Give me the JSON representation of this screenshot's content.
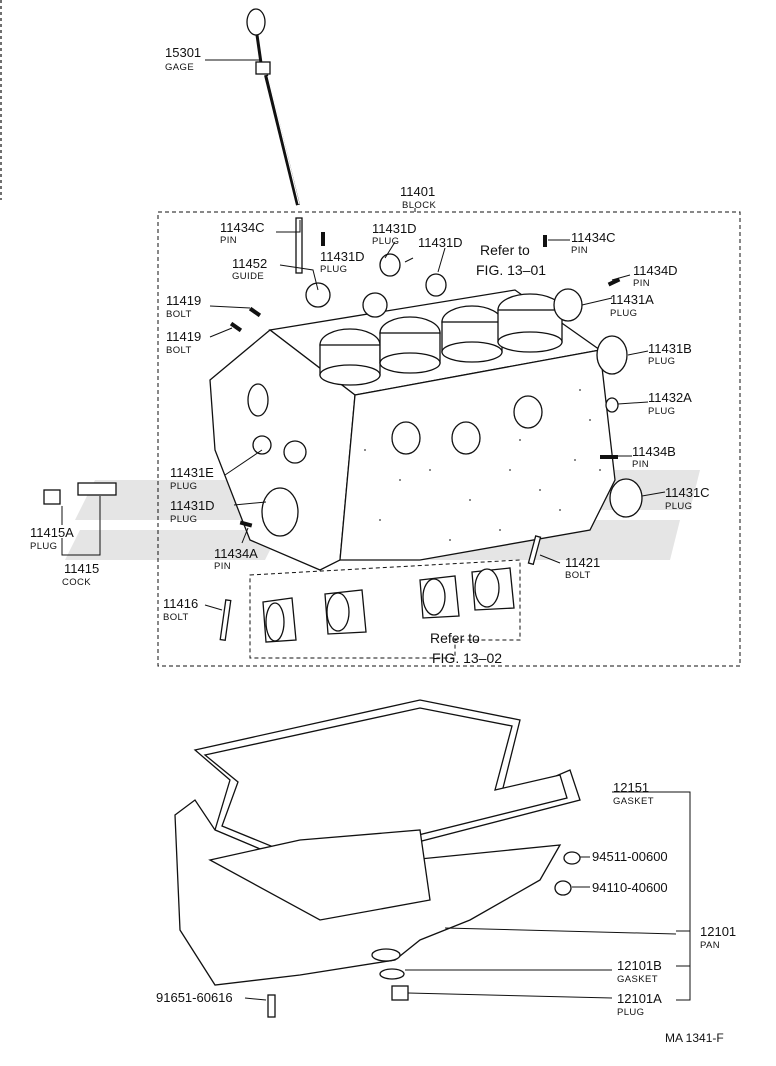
{
  "diagram": {
    "figure_code": "MA 1341-F",
    "parts": [
      {
        "id": "gage",
        "number": "15301",
        "name": "GAGE"
      },
      {
        "id": "block",
        "number": "11401",
        "name": "BLOCK"
      },
      {
        "id": "pin_c_left",
        "number": "11434C",
        "name": "PIN"
      },
      {
        "id": "plug_d_top1",
        "number": "11431D",
        "name": "PLUG"
      },
      {
        "id": "plug_d_top2",
        "number": "11431D",
        "name": ""
      },
      {
        "id": "pin_c_right",
        "number": "11434C",
        "name": "PIN"
      },
      {
        "id": "guide",
        "number": "11452",
        "name": "GUIDE"
      },
      {
        "id": "plug_d_top3",
        "number": "11431D",
        "name": "PLUG"
      },
      {
        "id": "pin_d",
        "number": "11434D",
        "name": "PIN"
      },
      {
        "id": "bolt_19a",
        "number": "11419",
        "name": "BOLT"
      },
      {
        "id": "plug_a",
        "number": "11431A",
        "name": "PLUG"
      },
      {
        "id": "bolt_19b",
        "number": "11419",
        "name": "BOLT"
      },
      {
        "id": "plug_b",
        "number": "11431B",
        "name": "PLUG"
      },
      {
        "id": "plug_32a",
        "number": "11432A",
        "name": "PLUG"
      },
      {
        "id": "pin_b",
        "number": "11434B",
        "name": "PIN"
      },
      {
        "id": "plug_e",
        "number": "11431E",
        "name": "PLUG"
      },
      {
        "id": "plug_c",
        "number": "11431C",
        "name": "PLUG"
      },
      {
        "id": "plug_d_side",
        "number": "11431D",
        "name": "PLUG"
      },
      {
        "id": "plug_15a",
        "number": "11415A",
        "name": "PLUG"
      },
      {
        "id": "pin_a",
        "number": "11434A",
        "name": "PIN"
      },
      {
        "id": "bolt_21",
        "number": "11421",
        "name": "BOLT"
      },
      {
        "id": "cock",
        "number": "11415",
        "name": "COCK"
      },
      {
        "id": "bolt_16",
        "number": "11416",
        "name": "BOLT"
      },
      {
        "id": "gasket",
        "number": "12151",
        "name": "GASKET"
      },
      {
        "id": "nut1",
        "number": "94511-00600",
        "name": ""
      },
      {
        "id": "nut2",
        "number": "94110-40600",
        "name": ""
      },
      {
        "id": "pan",
        "number": "12101",
        "name": "PAN"
      },
      {
        "id": "pan_gasket",
        "number": "12101B",
        "name": "GASKET"
      },
      {
        "id": "pan_plug",
        "number": "12101A",
        "name": "PLUG"
      },
      {
        "id": "stud",
        "number": "91651-60616",
        "name": ""
      }
    ],
    "references": [
      {
        "id": "ref1",
        "line1": "Refer to",
        "line2": "FIG. 13–01"
      },
      {
        "id": "ref2",
        "line1": "Refer to",
        "line2": "FIG. 13–02"
      }
    ]
  }
}
